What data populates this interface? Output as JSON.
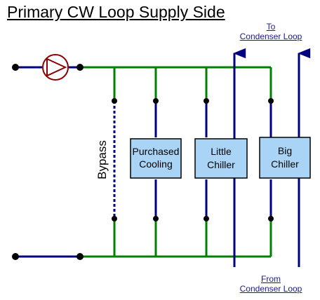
{
  "title": "Primary CW Loop Supply Side",
  "condenser_top": {
    "line1": "To",
    "line2": "Condenser Loop"
  },
  "condenser_bottom": {
    "line1": "From",
    "line2": "Condenser Loop"
  },
  "bypass_label": "Bypass",
  "units": [
    {
      "line1": "Purchased",
      "line2": "Cooling"
    },
    {
      "line1": "Little",
      "line2": "Chiller"
    },
    {
      "line1": "Big",
      "line2": "Chiller"
    }
  ],
  "colors": {
    "supply_pipe": "#008000",
    "condenser_pipe": "#000080",
    "pump": "#8b0000",
    "unit_fill": "#aad4f5",
    "node": "#000000"
  }
}
